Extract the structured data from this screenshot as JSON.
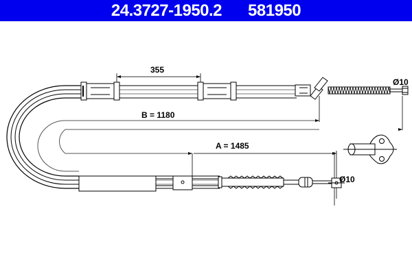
{
  "header": {
    "part_number": "24.3727-1950.2",
    "ref_number": "581950",
    "background": "#0000ee"
  },
  "diagram": {
    "type": "technical drawing",
    "subject": "hand brake cable",
    "dimensions": {
      "sleeve_spacing": "355",
      "length_b": "B = 1180",
      "length_a": "A = 1485",
      "end_diameter_top": "Ø10",
      "end_diameter_bottom": "Ø10"
    },
    "line_color": "#000000"
  }
}
